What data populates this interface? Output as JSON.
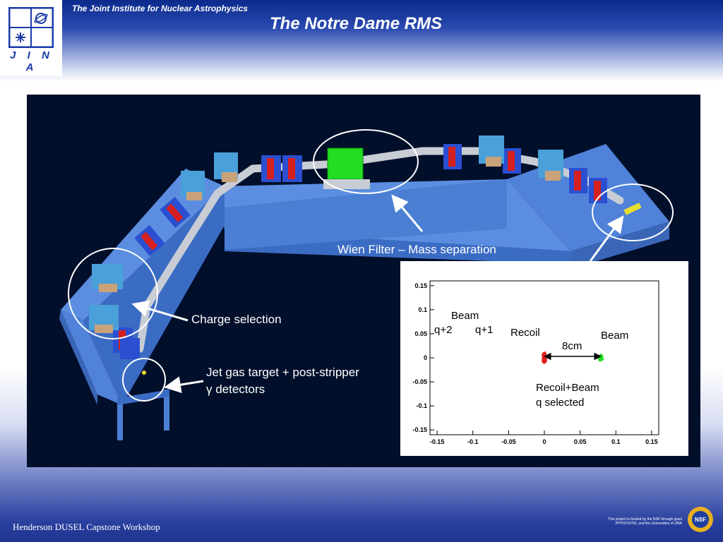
{
  "header": {
    "institute": "The Joint Institute for Nuclear Astrophysics",
    "title": "The Notre Dame RMS",
    "logo_text": "J I N A"
  },
  "figure": {
    "callouts": {
      "wien_filter": "Wien Filter – Mass separation",
      "charge_selection": "Charge selection",
      "jet_target_line1": "Jet gas target + post-stripper",
      "jet_target_line2": "γ detectors"
    }
  },
  "plot": {
    "annotations": {
      "beam_top": "Beam",
      "q2": "q+2",
      "q1": "q+1",
      "recoil": "Recoil",
      "beam_right": "Beam",
      "distance": "8cm",
      "recoil_beam": "Recoil+Beam",
      "q_selected": "q selected"
    }
  },
  "chart_data": {
    "type": "scatter",
    "title": "",
    "xlabel": "",
    "ylabel": "",
    "xlim": [
      -0.16,
      0.16
    ],
    "ylim": [
      -0.16,
      0.16
    ],
    "x_ticks": [
      "-0.15",
      "-0.1",
      "-0.05",
      "0",
      "0.05",
      "0.1",
      "0.15"
    ],
    "y_ticks": [
      "0.15",
      "0.1",
      "0.05",
      "0",
      "-0.05",
      "-0.1",
      "-0.15"
    ],
    "series": [
      {
        "name": "Recoil",
        "color": "#e0201a",
        "center": [
          0.0,
          0.0
        ],
        "spread": [
          0.0035,
          0.014
        ]
      },
      {
        "name": "Beam",
        "color": "#22dd22",
        "center": [
          0.079,
          0.0
        ],
        "spread": [
          0.004,
          0.008
        ]
      }
    ]
  },
  "footer": {
    "workshop": "Henderson DUSEL Capstone Workshop",
    "funding_line1": "This project is funded by the NSF through grant",
    "funding_line2": "PHY0216783, and the Universities of JINA",
    "nsf_text": "NSF"
  },
  "colors": {
    "header_blue": "#0a2a8c",
    "figure_bg": "#020f2b",
    "beamline_structure": "#5b8ee0",
    "magnet_blue": "#2a4fd0",
    "magnet_red": "#d62020",
    "wien_filter_green": "#22dd22",
    "target_yellow": "#e8e030"
  }
}
